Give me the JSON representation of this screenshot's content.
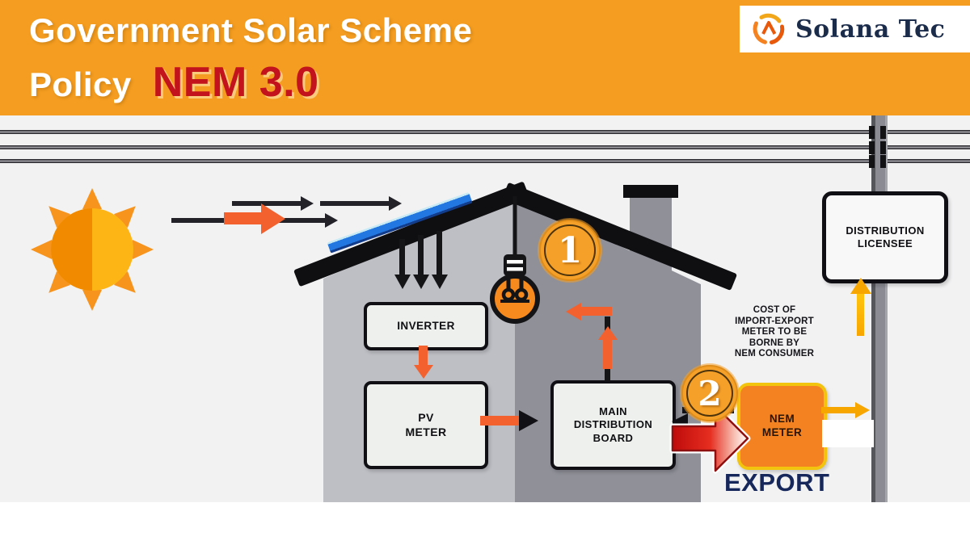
{
  "header": {
    "title_line1": "Government Solar Scheme",
    "title_line2_prefix": "Policy",
    "title_line2_highlight": "NEM 3.0",
    "brand_name": "Solana Tec"
  },
  "steps": {
    "one": "1",
    "two": "2"
  },
  "labels": {
    "inverter": "INVERTER",
    "pv_meter": "PV\nMETER",
    "main_distribution_board": "MAIN\nDISTRIBUTION\nBOARD",
    "nem_meter": "NEM\nMETER",
    "distribution_licensee": "DISTRIBUTION\nLICENSEE",
    "cost_note": "COST OF\nIMPORT-EXPORT\nMETER TO BE\nBORNE BY\nNEM CONSUMER",
    "export": "EXPORT"
  },
  "icons": {
    "sun": "sun-icon",
    "light_bulb": "bulb-icon",
    "solar_panel": "solar-panel",
    "utility_pole": "utility-pole",
    "power_lines": "power-lines",
    "brand_mark": "brand-logo-icon",
    "export_arrow": "export-arrow-icon"
  },
  "colors": {
    "header_orange": "#F49D20",
    "highlight_red": "#C3131C",
    "brand_navy": "#1B2B4A",
    "arrow_orange": "#F2612E",
    "nem_meter_orange": "#F58220",
    "nem_meter_border": "#F2C40E",
    "export_navy": "#16275B",
    "export_arrow_red": "#D01111",
    "flow_yellow": "#F7A600",
    "house_wall_light": "#BEBFC5",
    "house_wall_dark": "#8F9098",
    "background_gray": "#F2F2F3"
  }
}
